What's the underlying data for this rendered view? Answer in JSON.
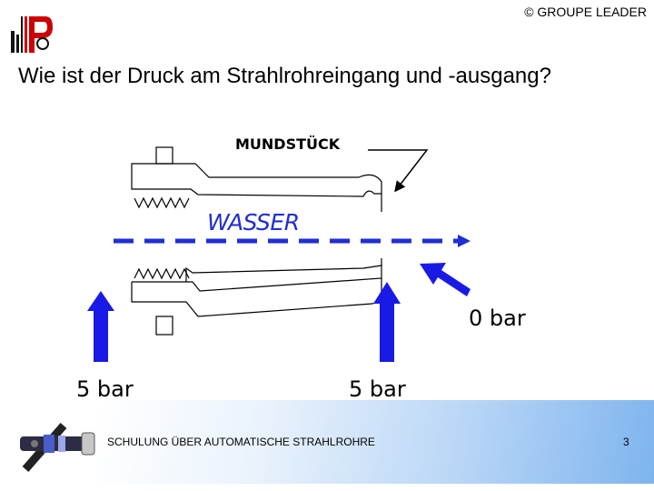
{
  "header": {
    "copyright": "© GROUPE LEADER",
    "title": "Wie ist der Druck am Strahlrohreingang und -ausgang?"
  },
  "diagram": {
    "label_nozzle": "MUNDSTÜCK",
    "label_water": "WASSER",
    "pressure_inlet": "5 bar",
    "pressure_middle": "5 bar",
    "pressure_outlet": "0 bar",
    "colors": {
      "arrow_blue": "#1a1ae6",
      "water_blue": "#1f2fd1"
    }
  },
  "footer": {
    "course_title": "SCHULUNG ÜBER AUTOMATISCHE STRAHLROHRE",
    "page_number": "3"
  },
  "icons": [
    "logo-icon",
    "nozzle-photo-icon"
  ]
}
